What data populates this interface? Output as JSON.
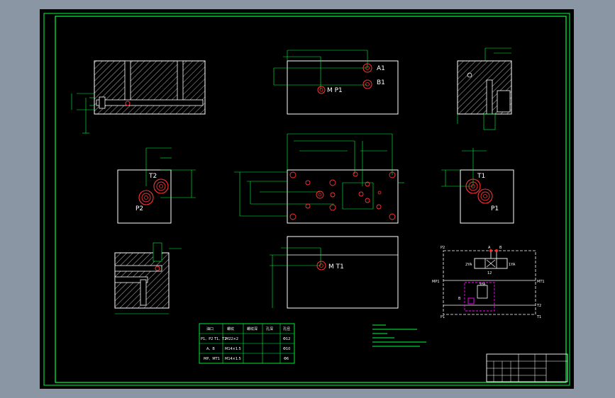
{
  "viewport_bg": "#000000",
  "colors": {
    "outline": "#ffffff",
    "dimension": "#00ff3c",
    "port": "#ff3333",
    "hatch": "#ffffff",
    "frame": "#00ff3c",
    "magenta": "#ff00ff"
  },
  "labels": {
    "a1": "A1",
    "b1": "B1",
    "mp1": "M P1",
    "t2": "T2",
    "p2": "P2",
    "t1": "T1",
    "p1": "P1",
    "mt1": "M T1"
  },
  "port_table": {
    "headers": [
      "油口",
      "螺纹",
      "螺纹深",
      "孔深",
      "孔径"
    ],
    "rows": [
      [
        "P1、P2 T1、T2",
        "M22×2",
        "",
        "",
        "Φ12"
      ],
      [
        "A、B",
        "M14×1.5",
        "",
        "",
        "Φ10"
      ],
      [
        "MP、MT1",
        "M14×1.5",
        "",
        "",
        "Φ6"
      ]
    ]
  },
  "schematic_labels": {
    "p2": "P2",
    "t2": "T2",
    "mp1": "MP1",
    "mt1": "MT1",
    "a": "A",
    "b": "B",
    "p1": "P1",
    "t1": "T1",
    "b_port": "B",
    "ya2": "2YA",
    "ya1": "1YA",
    "ya3": "3YA",
    "num": "12"
  }
}
